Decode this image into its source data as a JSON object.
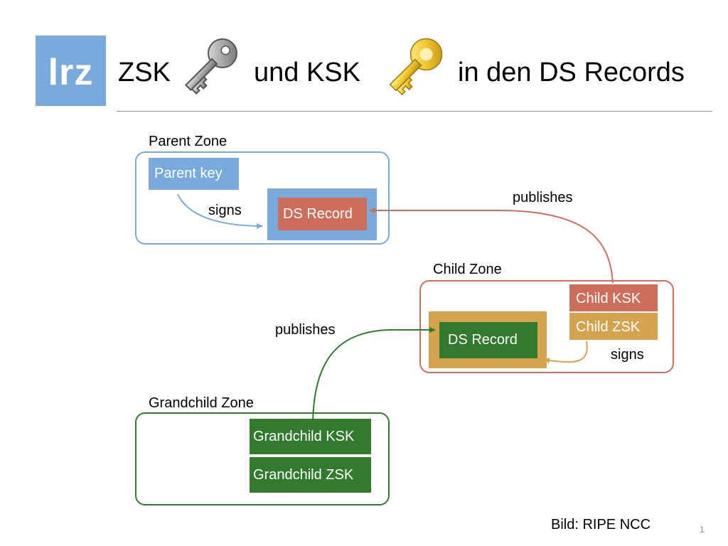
{
  "logo": {
    "text": "lrz"
  },
  "title": {
    "part1": "ZSK",
    "part2": "und KSK",
    "part3": "in den DS Records"
  },
  "icons": {
    "zsk_key": "silver-key-icon",
    "ksk_key": "gold-key-icon"
  },
  "colors": {
    "blue": "#7aaadc",
    "red": "#cd6e5c",
    "gold": "#d3a34e",
    "green": "#317a2e",
    "edge_blue": "#7aaadc",
    "edge_red": "#cd6e5c",
    "edge_gold": "#d3a34e",
    "edge_green": "#317a2e"
  },
  "diagram": {
    "parent_zone": {
      "label": "Parent Zone",
      "parent_key": "Parent key",
      "ds_record": "DS Record",
      "signs_label": "signs"
    },
    "child_zone": {
      "label": "Child Zone",
      "child_ksk": "Child KSK",
      "child_zsk": "Child ZSK",
      "ds_record": "DS Record",
      "signs_label": "signs"
    },
    "grandchild_zone": {
      "label": "Grandchild Zone",
      "grandchild_ksk": "Grandchild KSK",
      "grandchild_zsk": "Grandchild ZSK"
    },
    "edges": {
      "publishes_top": "publishes",
      "publishes_bottom": "publishes"
    }
  },
  "footer": {
    "credit": "Bild: RIPE NCC",
    "page_number": "1"
  }
}
